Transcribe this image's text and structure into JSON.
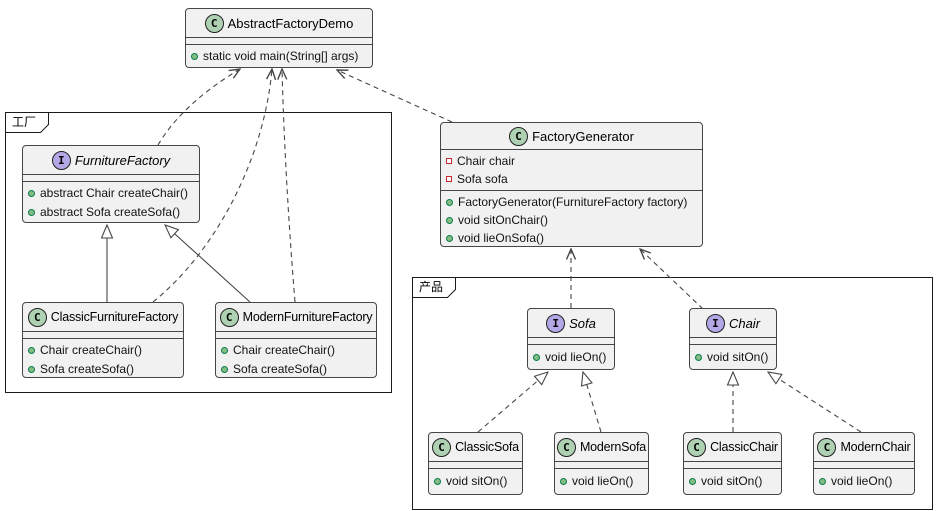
{
  "packages": [
    {
      "label": "工厂"
    },
    {
      "label": "产品"
    }
  ],
  "classes": [
    {
      "name": "AbstractFactoryDemo",
      "kind": "class",
      "letter": "C",
      "methods": [
        {
          "visibility": "public",
          "text": "static void main(String[] args)"
        }
      ]
    },
    {
      "name": "FurnitureFactory",
      "kind": "interface",
      "letter": "I",
      "methods": [
        {
          "visibility": "public",
          "text": "abstract Chair createChair()"
        },
        {
          "visibility": "public",
          "text": "abstract Sofa createSofa()"
        }
      ]
    },
    {
      "name": "ClassicFurnitureFactory",
      "kind": "class",
      "letter": "C",
      "methods": [
        {
          "visibility": "public",
          "text": "Chair createChair()"
        },
        {
          "visibility": "public",
          "text": "Sofa createSofa()"
        }
      ]
    },
    {
      "name": "ModernFurnitureFactory",
      "kind": "class",
      "letter": "C",
      "methods": [
        {
          "visibility": "public",
          "text": "Chair createChair()"
        },
        {
          "visibility": "public",
          "text": "Sofa createSofa()"
        }
      ]
    },
    {
      "name": "FactoryGenerator",
      "kind": "class",
      "letter": "C",
      "fields": [
        {
          "visibility": "private",
          "text": "Chair chair"
        },
        {
          "visibility": "private",
          "text": "Sofa sofa"
        }
      ],
      "methods": [
        {
          "visibility": "public",
          "text": "FactoryGenerator(FurnitureFactory factory)"
        },
        {
          "visibility": "public",
          "text": "void sitOnChair()"
        },
        {
          "visibility": "public",
          "text": "void lieOnSofa()"
        }
      ]
    },
    {
      "name": "Sofa",
      "kind": "interface",
      "letter": "I",
      "methods": [
        {
          "visibility": "public",
          "text": "void lieOn()"
        }
      ]
    },
    {
      "name": "Chair",
      "kind": "interface",
      "letter": "I",
      "methods": [
        {
          "visibility": "public",
          "text": "void sitOn()"
        }
      ]
    },
    {
      "name": "ClassicSofa",
      "kind": "class",
      "letter": "C",
      "methods": [
        {
          "visibility": "public",
          "text": "void sitOn()"
        }
      ]
    },
    {
      "name": "ModernSofa",
      "kind": "class",
      "letter": "C",
      "methods": [
        {
          "visibility": "public",
          "text": "void lieOn()"
        }
      ]
    },
    {
      "name": "ClassicChair",
      "kind": "class",
      "letter": "C",
      "methods": [
        {
          "visibility": "public",
          "text": "void sitOn()"
        }
      ]
    },
    {
      "name": "ModernChair",
      "kind": "class",
      "letter": "C",
      "methods": [
        {
          "visibility": "public",
          "text": "void lieOn()"
        }
      ]
    }
  ],
  "relationships": [
    {
      "from": "FurnitureFactory",
      "to": "AbstractFactoryDemo",
      "type": "dashed-dependency"
    },
    {
      "from": "ClassicFurnitureFactory",
      "to": "AbstractFactoryDemo",
      "type": "dashed-dependency"
    },
    {
      "from": "ModernFurnitureFactory",
      "to": "AbstractFactoryDemo",
      "type": "dashed-dependency"
    },
    {
      "from": "FactoryGenerator",
      "to": "AbstractFactoryDemo",
      "type": "dashed-dependency"
    },
    {
      "from": "ClassicFurnitureFactory",
      "to": "FurnitureFactory",
      "type": "solid-extends-hollow-triangle"
    },
    {
      "from": "ModernFurnitureFactory",
      "to": "FurnitureFactory",
      "type": "solid-extends-hollow-triangle"
    },
    {
      "from": "Sofa",
      "to": "FactoryGenerator",
      "type": "dashed-dependency"
    },
    {
      "from": "Chair",
      "to": "FactoryGenerator",
      "type": "dashed-dependency"
    },
    {
      "from": "ClassicSofa",
      "to": "Sofa",
      "type": "dashed-realization-hollow-triangle"
    },
    {
      "from": "ModernSofa",
      "to": "Sofa",
      "type": "dashed-realization-hollow-triangle"
    },
    {
      "from": "ClassicChair",
      "to": "Chair",
      "type": "dashed-realization-hollow-triangle"
    },
    {
      "from": "ModernChair",
      "to": "Chair",
      "type": "dashed-realization-hollow-triangle"
    }
  ],
  "colors": {
    "class_circle": "#ADD1B2",
    "interface_circle": "#B4A7E5",
    "box_fill": "#F1F1F1",
    "border": "#454645",
    "public_dot": "#84BE84",
    "private_square_border": "#C82930"
  }
}
